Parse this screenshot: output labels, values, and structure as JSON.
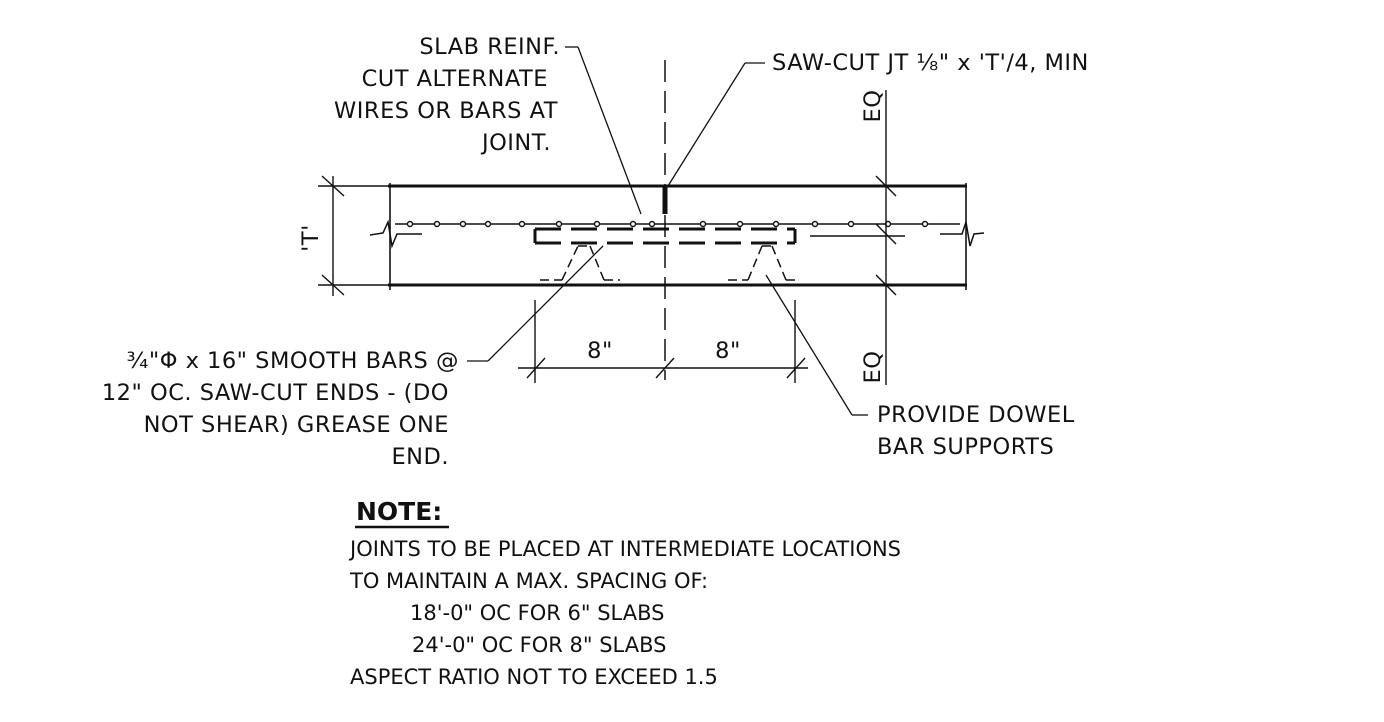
{
  "labels": {
    "slab_reinf": [
      "SLAB REINF.",
      "CUT ALTERNATE",
      "WIRES OR BARS AT",
      "JOINT."
    ],
    "saw_cut": "SAW-CUT JT ⅛\" x 'T'/4, MIN",
    "thickness": "'T'",
    "eq_top": "EQ",
    "eq_bottom": "EQ",
    "dim_left": "8\"",
    "dim_right": "8\"",
    "dowel_bars": [
      "¾\"Φ x 16\" SMOOTH BARS @",
      "12\" OC. SAW-CUT ENDS - (DO",
      "NOT SHEAR) GREASE ONE",
      "END."
    ],
    "supports": [
      "PROVIDE DOWEL",
      "BAR SUPPORTS"
    ]
  },
  "note": {
    "title": "NOTE:",
    "lines": [
      "JOINTS TO BE PLACED AT INTERMEDIATE LOCATIONS",
      "TO MAINTAIN A MAX. SPACING OF:",
      "18'-0\" OC FOR 6\" SLABS",
      "24'-0\" OC FOR 8\" SLABS",
      "ASPECT RATIO NOT TO EXCEED 1.5"
    ]
  },
  "colors": {
    "ink": "#111111",
    "paper": "#ffffff"
  }
}
